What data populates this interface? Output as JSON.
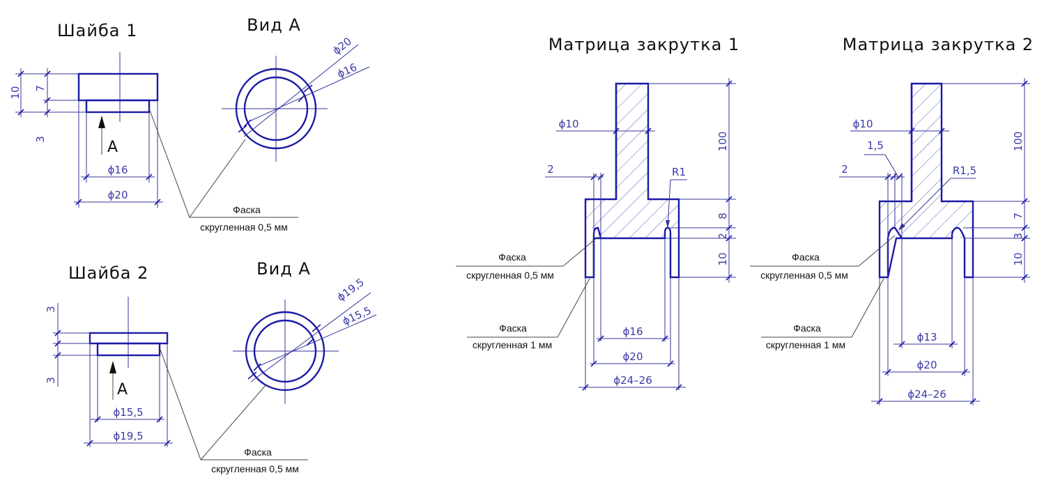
{
  "titles": {
    "washer1": "Шайба 1",
    "view1": "Вид А",
    "washer2": "Шайба 2",
    "view2": "Вид А",
    "matrix1": "Матрица закрутка 1",
    "matrix2": "Матрица закрутка 2"
  },
  "washer1": {
    "h_total": "10",
    "h_top": "7",
    "h_bottom": "3",
    "d_inner": "ϕ16",
    "d_outer": "ϕ20",
    "view_d_outer": "ϕ20",
    "view_d_inner": "ϕ16",
    "arrow": "A",
    "note_line1": "Фаска",
    "note_line2": "скругленная 0,5 мм"
  },
  "washer2": {
    "h_top": "3",
    "h_bottom": "3",
    "d_inner": "ϕ15,5",
    "d_outer": "ϕ19,5",
    "view_d_outer": "ϕ19,5",
    "view_d_inner": "ϕ15,5",
    "arrow": "A",
    "note_line1": "Фаска",
    "note_line2": "скругленная 0,5 мм"
  },
  "matrix1": {
    "d_shaft": "ϕ10",
    "gap": "2",
    "radius": "R1",
    "h_shaft": "100",
    "h_body": "8",
    "h_step": "2",
    "h_skirt": "10",
    "d_inner": "ϕ16",
    "d_mid": "ϕ20",
    "d_outer": "ϕ24–26",
    "note1_line1": "Фаска",
    "note1_line2": "скругленная 0,5 мм",
    "note2_line1": "Фаска",
    "note2_line2": "скругленная 1 мм"
  },
  "matrix2": {
    "d_shaft": "ϕ10",
    "chamfer": "1,5",
    "gap": "2",
    "radius": "R1,5",
    "h_shaft": "100",
    "h_body": "7",
    "h_step": "3",
    "h_skirt": "10",
    "d_inner": "ϕ13",
    "d_mid": "ϕ20",
    "d_outer": "ϕ24–26",
    "note1_line1": "Фаска",
    "note1_line2": "скругленная 0,5 мм",
    "note2_line1": "Фаска",
    "note2_line2": "скругленная 1 мм"
  }
}
